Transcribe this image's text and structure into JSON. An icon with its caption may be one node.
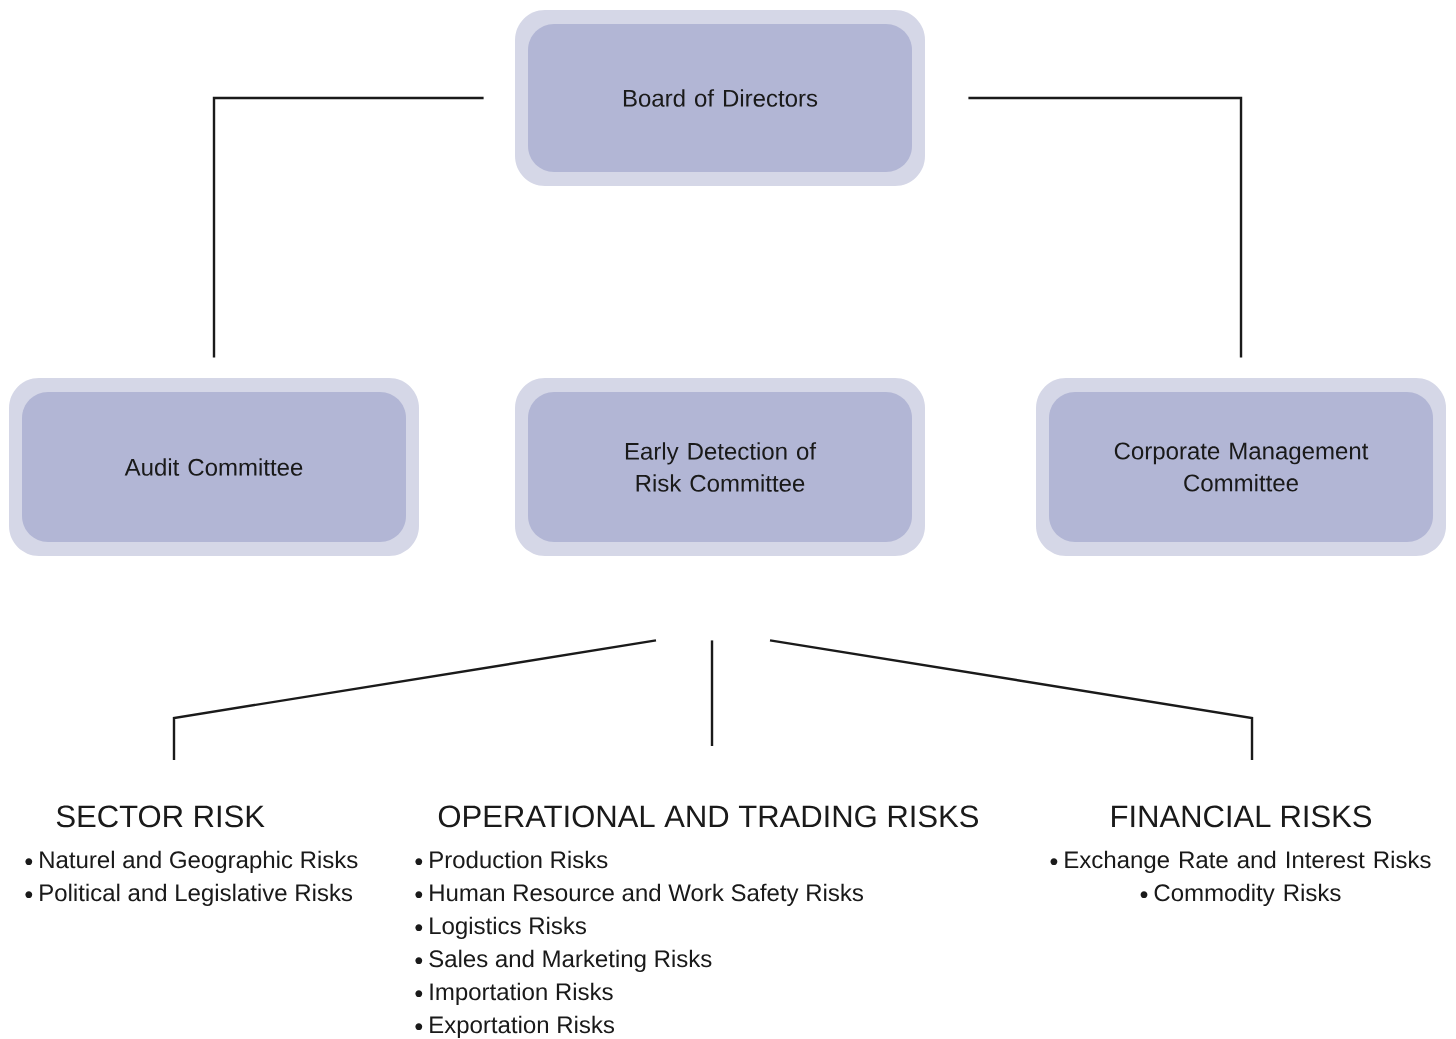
{
  "diagram": {
    "nodes": [
      {
        "text": [
          "Board of Directors"
        ]
      },
      {
        "text": [
          "Audit Committee"
        ]
      },
      {
        "text": [
          "Early Detection of Risk Committee"
        ]
      },
      {
        "text": [
          "Corporate Management Committee"
        ]
      },
      {
        "text": [
          "SECTOR RISK",
          "Naturel and Geographic Risks",
          "Political and Legislative Risks"
        ]
      },
      {
        "text": [
          "OPERATIONAL AND TRADING RISKS",
          "Production Risks",
          "Human Resource and Work Safety Risks",
          "Logistics Risks",
          "Sales and Marketing Risks",
          "Importation Risks",
          "Exportation Risks"
        ]
      },
      {
        "text": [
          "FINANCIAL RISKS",
          "Exchange Rate and Interest Risks",
          "Commodity Risks"
        ]
      }
    ],
    "edges": [
      {
        "from": 0,
        "to": 1,
        "arrow": "none"
      },
      {
        "from": 0,
        "to": 3,
        "arrow": "none"
      },
      {
        "from": 2,
        "to": 4,
        "arrow": "none"
      },
      {
        "from": 2,
        "to": 5,
        "arrow": "none"
      },
      {
        "from": 2,
        "to": 6,
        "arrow": "none"
      }
    ]
  }
}
